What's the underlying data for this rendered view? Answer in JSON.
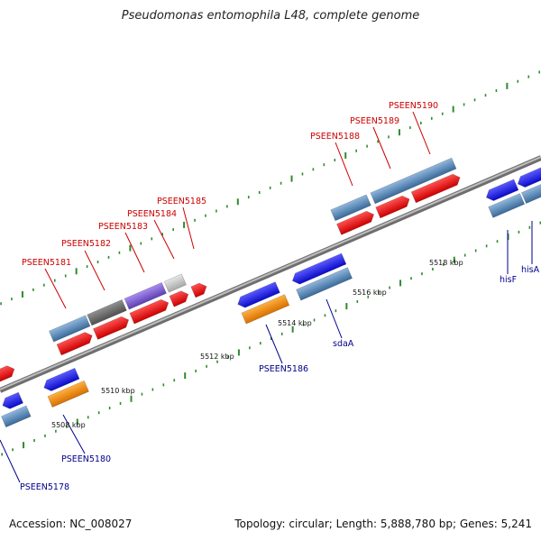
{
  "title": "Pseudomonas entomophila L48, complete genome",
  "footer": {
    "accession": "Accession: NC_008027",
    "summary": "Topology: circular; Length: 5,888,780 bp; Genes: 5,241"
  },
  "colors": {
    "backbone": "#8c8c8c",
    "label_top": "#cc0000",
    "label_bottom": "#00008b",
    "tick": "#2e8b2e",
    "red": "#ee1111",
    "blue": "#1a1aee",
    "steelblue": "#4a7fb5",
    "orange": "#f5900a",
    "darkgray": "#707070",
    "purple": "#8060d0",
    "lightgray": "#c8c8c8"
  },
  "kbp_labels": [
    "5508 kbp",
    "5510 kbp",
    "5512 kbp",
    "5514 kbp",
    "5516 kbp",
    "5518 kbp"
  ],
  "genes": [
    {
      "name": "PSEEN5178",
      "side": "bottom"
    },
    {
      "name": "PSEEN5180",
      "side": "bottom"
    },
    {
      "name": "PSEEN5181",
      "side": "top"
    },
    {
      "name": "PSEEN5182",
      "side": "top"
    },
    {
      "name": "PSEEN5183",
      "side": "top"
    },
    {
      "name": "PSEEN5184",
      "side": "top"
    },
    {
      "name": "PSEEN5185",
      "side": "top"
    },
    {
      "name": "PSEEN5186",
      "side": "bottom"
    },
    {
      "name": "sdaA",
      "side": "bottom"
    },
    {
      "name": "PSEEN5188",
      "side": "top"
    },
    {
      "name": "PSEEN5189",
      "side": "top"
    },
    {
      "name": "PSEEN5190",
      "side": "top"
    },
    {
      "name": "hisF",
      "side": "bottom"
    },
    {
      "name": "hisA",
      "side": "bottom"
    }
  ]
}
